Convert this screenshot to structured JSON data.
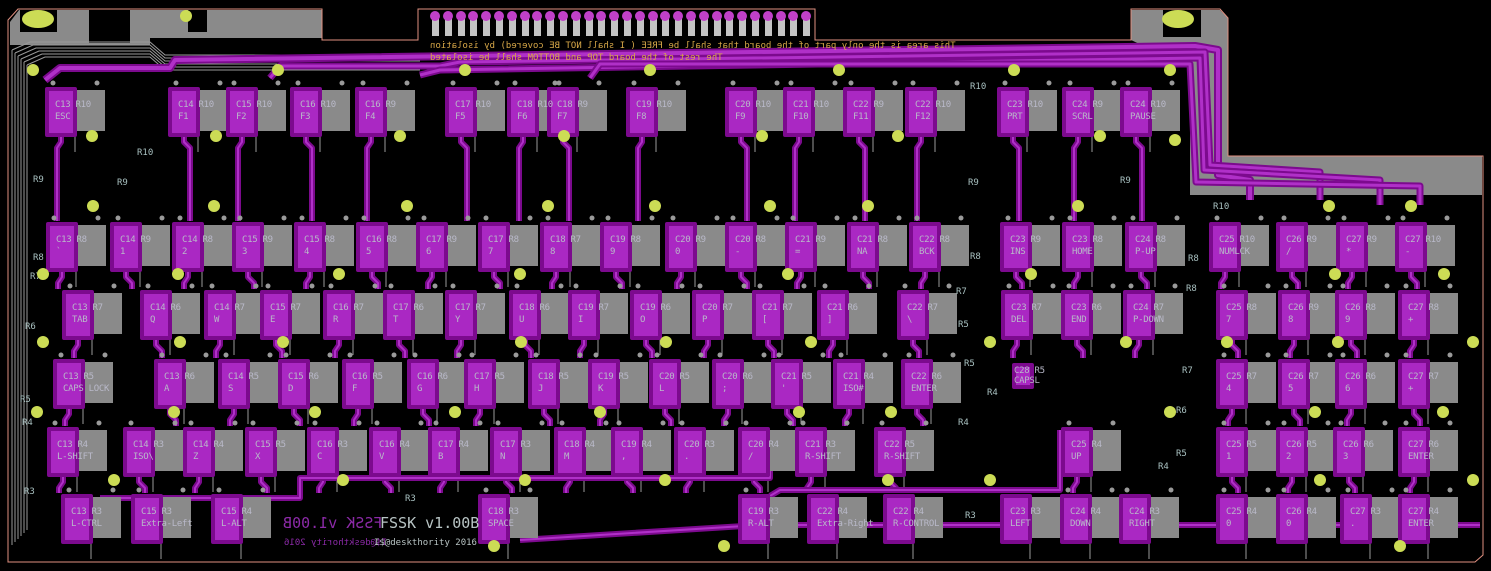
{
  "colors": {
    "background": "#000000",
    "copper_fill": "#8a8a8a",
    "pad": "#aa28c3",
    "pad_outline": "#7c0a8e",
    "hole": "#ccdc55",
    "silkscreen": "#b8c4c4",
    "note": "#d8a848",
    "outline": "#e09080"
  },
  "connector": {
    "pin_count": 30
  },
  "notes": {
    "line1": "This area is the only part of the board that shall be FREE ( I shall NOT BE covered) by isolation",
    "line2": "The rest of the board TOP and BOTTOM shall be isolated"
  },
  "silkscreen": {
    "title": "FSSK v1.00B",
    "credit": "I$@deskthority 2016"
  },
  "rows": [
    {
      "keys": [
        {
          "ref": "C13 R10",
          "label": "ESC"
        },
        {
          "ref": "C14 R10",
          "label": "F1"
        },
        {
          "ref": "C15 R10",
          "label": "F2"
        },
        {
          "ref": "C16 R10",
          "label": "F3"
        },
        {
          "ref": "C16 R9",
          "label": "F4"
        },
        {
          "ref": "C17 R10",
          "label": "F5"
        },
        {
          "ref": "C18 R10",
          "label": "F6"
        },
        {
          "ref": "C18 R9",
          "label": "F7"
        },
        {
          "ref": "C19 R10",
          "label": "F8"
        },
        {
          "ref": "C20 R10",
          "label": "F9"
        },
        {
          "ref": "C21 R10",
          "label": "F10"
        },
        {
          "ref": "C22 R9",
          "label": "F11"
        },
        {
          "ref": "C22 R10",
          "label": "F12"
        },
        {
          "ref": "C23 R10",
          "label": "PRT"
        },
        {
          "ref": "C24 R9",
          "label": "SCRL"
        },
        {
          "ref": "C24 R10",
          "label": "PAUSE"
        }
      ]
    },
    {
      "keys": [
        {
          "ref": "C13 R8",
          "label": "`"
        },
        {
          "ref": "C14 R9",
          "label": "1"
        },
        {
          "ref": "C14 R8",
          "label": "2"
        },
        {
          "ref": "C15 R9",
          "label": "3"
        },
        {
          "ref": "C15 R8",
          "label": "4"
        },
        {
          "ref": "C16 R8",
          "label": "5"
        },
        {
          "ref": "C17 R9",
          "label": "6"
        },
        {
          "ref": "C17 R8",
          "label": "7"
        },
        {
          "ref": "C18 R7",
          "label": "8"
        },
        {
          "ref": "C19 R8",
          "label": "9"
        },
        {
          "ref": "C20 R9",
          "label": "0"
        },
        {
          "ref": "C20 R8",
          "label": "-"
        },
        {
          "ref": "C21 R9",
          "label": "="
        },
        {
          "ref": "C21 R8",
          "label": "NA"
        },
        {
          "ref": "C22 R8",
          "label": "BCK"
        },
        {
          "ref": "C23 R9",
          "label": "INS"
        },
        {
          "ref": "C23 R8",
          "label": "HOME"
        },
        {
          "ref": "C24 R8",
          "label": "P-UP"
        },
        {
          "ref": "C25 R10",
          "label": "NUMLCK"
        },
        {
          "ref": "C26 R9",
          "label": "/"
        },
        {
          "ref": "C27 R9",
          "label": "*"
        },
        {
          "ref": "C27 R10",
          "label": "-"
        }
      ]
    },
    {
      "keys": [
        {
          "ref": "C13 R7",
          "label": "TAB"
        },
        {
          "ref": "C14 R6",
          "label": "Q"
        },
        {
          "ref": "C14 R7",
          "label": "W"
        },
        {
          "ref": "C15 R7",
          "label": "E"
        },
        {
          "ref": "C16 R7",
          "label": "R"
        },
        {
          "ref": "C17 R6",
          "label": "T"
        },
        {
          "ref": "C17 R7",
          "label": "Y"
        },
        {
          "ref": "C18 R6",
          "label": "U"
        },
        {
          "ref": "C19 R7",
          "label": "I"
        },
        {
          "ref": "C19 R6",
          "label": "O"
        },
        {
          "ref": "C20 R7",
          "label": "P"
        },
        {
          "ref": "C21 R7",
          "label": "["
        },
        {
          "ref": "C21 R6",
          "label": "]"
        },
        {
          "ref": "C22 R7",
          "label": "\\"
        },
        {
          "ref": "C23 R7",
          "label": "DEL"
        },
        {
          "ref": "C23 R6",
          "label": "END"
        },
        {
          "ref": "C24 R7",
          "label": "P-DOWN"
        },
        {
          "ref": "C25 R8",
          "label": "7"
        },
        {
          "ref": "C26 R9",
          "label": "8"
        },
        {
          "ref": "C26 R8",
          "label": "9"
        },
        {
          "ref": "C27 R8",
          "label": "+"
        }
      ]
    },
    {
      "keys": [
        {
          "ref": "C13 R5",
          "label": "CAPS LOCK"
        },
        {
          "ref": "C13 R6",
          "label": "A"
        },
        {
          "ref": "C14 R5",
          "label": "S"
        },
        {
          "ref": "C15 R6",
          "label": "D"
        },
        {
          "ref": "C16 R5",
          "label": "F"
        },
        {
          "ref": "C16 R6",
          "label": "G"
        },
        {
          "ref": "C17 R5",
          "label": "H"
        },
        {
          "ref": "C18 R5",
          "label": "J"
        },
        {
          "ref": "C19 R5",
          "label": "K"
        },
        {
          "ref": "C20 R5",
          "label": "L"
        },
        {
          "ref": "C20 R6",
          "label": ";"
        },
        {
          "ref": "C21 R5",
          "label": "'"
        },
        {
          "ref": "C21 R4",
          "label": "ISO#"
        },
        {
          "ref": "C22 R6",
          "label": "ENTER"
        },
        {
          "ref": "C25 R7",
          "label": "4"
        },
        {
          "ref": "C26 R7",
          "label": "5"
        },
        {
          "ref": "C26 R6",
          "label": "6"
        },
        {
          "ref": "C27 R7",
          "label": "+"
        }
      ]
    },
    {
      "keys": [
        {
          "ref": "C13 R4",
          "label": "L-SHIFT"
        },
        {
          "ref": "C14 R3",
          "label": "ISO\\"
        },
        {
          "ref": "C14 R4",
          "label": "Z"
        },
        {
          "ref": "C15 R5",
          "label": "X"
        },
        {
          "ref": "C16 R3",
          "label": "C"
        },
        {
          "ref": "C16 R4",
          "label": "V"
        },
        {
          "ref": "C17 R4",
          "label": "B"
        },
        {
          "ref": "C17 R3",
          "label": "N"
        },
        {
          "ref": "C18 R4",
          "label": "M"
        },
        {
          "ref": "C19 R4",
          "label": ","
        },
        {
          "ref": "C20 R3",
          "label": "."
        },
        {
          "ref": "C20 R4",
          "label": "/"
        },
        {
          "ref": "C21 R3",
          "label": "R-SHIFT"
        },
        {
          "ref": "C22 R5",
          "label": "R-SHIFT"
        },
        {
          "ref": "C25 R4",
          "label": "UP"
        },
        {
          "ref": "C25 R5",
          "label": "1"
        },
        {
          "ref": "C26 R5",
          "label": "2"
        },
        {
          "ref": "C26 R6",
          "label": "3"
        },
        {
          "ref": "C27 R6",
          "label": "ENTER"
        }
      ]
    },
    {
      "keys": [
        {
          "ref": "C13 R3",
          "label": "L-CTRL"
        },
        {
          "ref": "C15 R3",
          "label": "Extra-Left"
        },
        {
          "ref": "C15 R4",
          "label": "L-ALT"
        },
        {
          "ref": "C18 R3",
          "label": "SPACE"
        },
        {
          "ref": "C19 R3",
          "label": "R-ALT"
        },
        {
          "ref": "C22 R4",
          "label": "Extra-Right"
        },
        {
          "ref": "C22 R4",
          "label": "R-CONTROL"
        },
        {
          "ref": "C23 R3",
          "label": "LEFT"
        },
        {
          "ref": "C24 R4",
          "label": "DOWN"
        },
        {
          "ref": "C24 R3",
          "label": "RIGHT"
        },
        {
          "ref": "C25 R4",
          "label": "0"
        },
        {
          "ref": "C26 R4",
          "label": "0"
        },
        {
          "ref": "C27 R3",
          "label": "."
        },
        {
          "ref": "C27 R4",
          "label": "ENTER"
        }
      ]
    }
  ],
  "led": {
    "ref": "C28 R5",
    "label": "CAPSL"
  },
  "net_labels": [
    "R10",
    "R9",
    "R9",
    "R8",
    "R7",
    "R6",
    "R5",
    "R4",
    "R3",
    "R10",
    "R9",
    "R8",
    "R7",
    "R5",
    "R4",
    "R3",
    "R10",
    "R9",
    "R8",
    "R8",
    "R7",
    "R6",
    "R5",
    "R4",
    "R3",
    "R4",
    "R5"
  ]
}
